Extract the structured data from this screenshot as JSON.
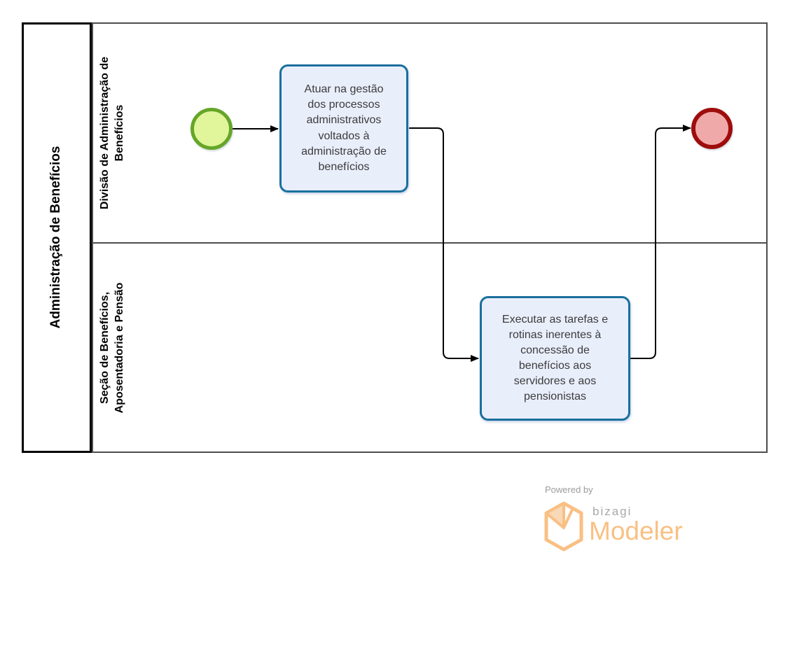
{
  "pool": {
    "label": "Administração de Benefícios"
  },
  "lanes": [
    {
      "label": "Divisão de Administração de Benefícios"
    },
    {
      "label": "Seção de Benefícios, Aposentadoria e Pensão"
    }
  ],
  "nodes": {
    "start_event": {
      "type": "start-event"
    },
    "task1": {
      "label": "Atuar na gestão dos processos administrativos voltados à administração de benefícios"
    },
    "task2": {
      "label": "Executar as tarefas e rotinas inerentes à concessão de benefícios aos servidores e aos pensionistas"
    },
    "end_event": {
      "type": "end-event"
    }
  },
  "colors": {
    "pool-border": "#000000",
    "lane-border": "#4d4d4d",
    "task-border": "#1a6f9e",
    "task-fill": "#e9eefb",
    "start-border": "#65a628",
    "start-fill": "#e1f59b",
    "end-border": "#9e0d0c",
    "end-fill": "#f0a9a9",
    "connector": "#000000",
    "brand-orange": "#f9c083"
  },
  "footer": {
    "powered_by": "Powered by",
    "brand": "bizagi",
    "product": "Modeler"
  }
}
